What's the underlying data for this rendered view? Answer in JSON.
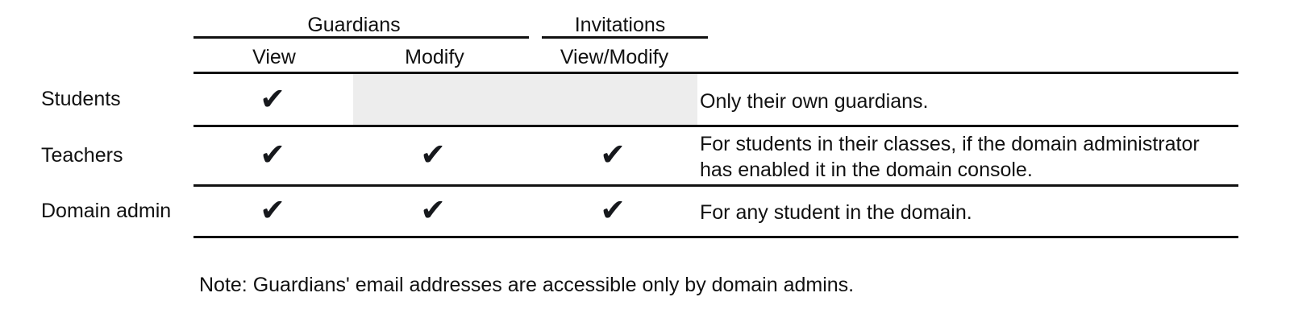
{
  "table": {
    "caption": "",
    "group_headers": [
      {
        "label": "Guardians",
        "spans_columns": [
          "View",
          "Modify"
        ]
      },
      {
        "label": "Invitations",
        "spans_columns": [
          "View/Modify"
        ]
      }
    ],
    "column_headers": [
      {
        "label": "View",
        "group": "Guardians"
      },
      {
        "label": "Modify",
        "group": "Guardians"
      },
      {
        "label": "View/Modify",
        "group": "Invitations"
      }
    ],
    "row_label_header": "",
    "description_header": "",
    "check_glyph": "✔",
    "shaded_color": "#ededed",
    "rule_color": "#111111",
    "rows": [
      {
        "label": "Students",
        "cells": [
          {
            "column": "View",
            "state": "check"
          },
          {
            "column": "Modify",
            "state": "shaded"
          },
          {
            "column": "View/Modify",
            "state": "shaded"
          }
        ],
        "description_lines": [
          "Only their own guardians."
        ]
      },
      {
        "label": "Teachers",
        "cells": [
          {
            "column": "View",
            "state": "check"
          },
          {
            "column": "Modify",
            "state": "check"
          },
          {
            "column": "View/Modify",
            "state": "check"
          }
        ],
        "description_lines": [
          "For students in their classes, if the domain administrator",
          "has enabled it in the domain console."
        ]
      },
      {
        "label": "Domain admin",
        "cells": [
          {
            "column": "View",
            "state": "check"
          },
          {
            "column": "Modify",
            "state": "check"
          },
          {
            "column": "View/Modify",
            "state": "check"
          }
        ],
        "description_lines": [
          "For any student in the domain."
        ]
      }
    ]
  },
  "footnote": {
    "text": "Note: Guardians' email addresses are accessible only by domain admins."
  }
}
